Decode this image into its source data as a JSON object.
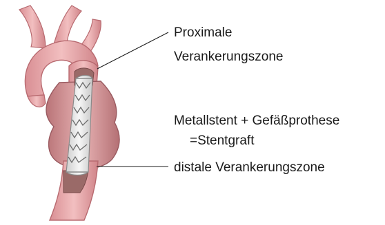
{
  "labels": {
    "proximal_line1": "Proximale",
    "proximal_line2": "Verankerungszone",
    "stentgraft_line1": "Metallstent + Gefäßprothese",
    "stentgraft_line2": "=Stentgraft",
    "distal": "distale Verankerungszone"
  },
  "colors": {
    "vessel": "#e8a9aa",
    "vessel_dark": "#b86a70",
    "aneurysm": "#c98a8c",
    "lumen": "#9a6a68",
    "graft": "#ededed",
    "stent_wire": "#6d6d6d",
    "leader_line": "#1a1a1a"
  }
}
